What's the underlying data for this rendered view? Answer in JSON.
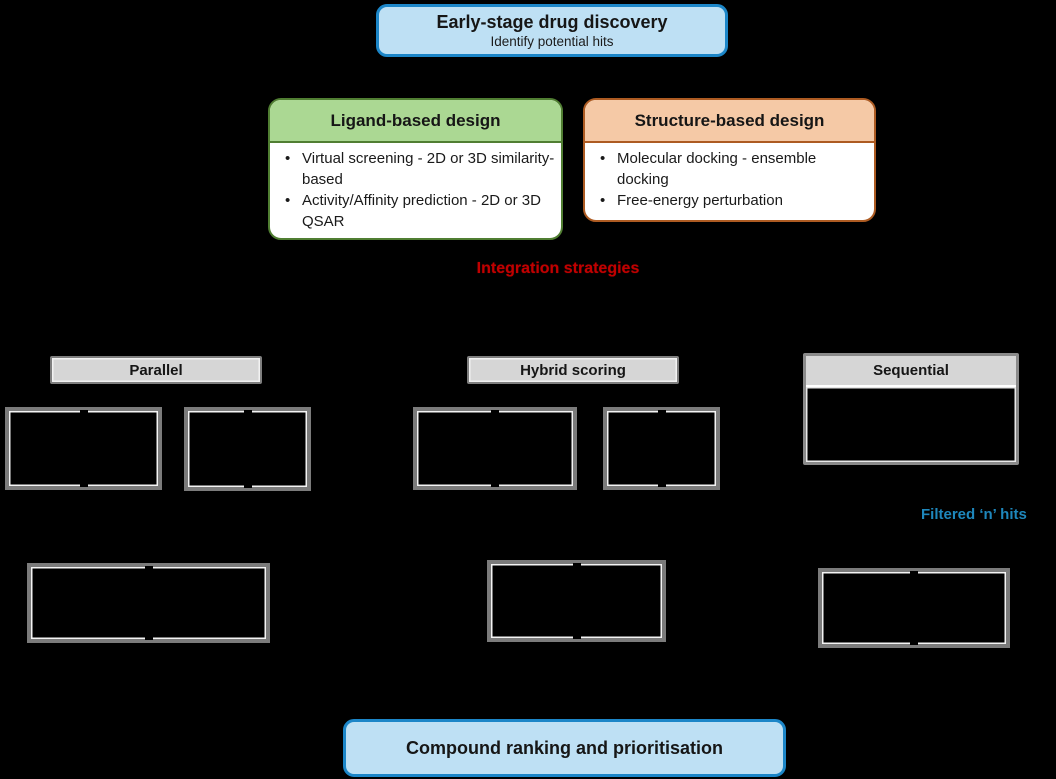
{
  "top_box": {
    "title": "Early-stage drug discovery",
    "subtitle": "Identify potential hits"
  },
  "ligand_box": {
    "title": "Ligand-based design",
    "bullets": [
      "Virtual screening - 2D or 3D similarity-based",
      "Activity/Affinity prediction - 2D or 3D QSAR"
    ]
  },
  "structure_box": {
    "title": "Structure-based design",
    "bullets": [
      "Molecular docking - ensemble docking",
      "Free-energy perturbation"
    ]
  },
  "integration_label": "Integration strategies",
  "strategies": [
    "Parallel",
    "Hybrid scoring",
    "Sequential"
  ],
  "filtered_hits_label": "Filtered ‘n’ hits",
  "bottom_box": {
    "title": "Compound ranking and prioritisation"
  },
  "colors": {
    "background": "#000000",
    "blue_box_fill": "#BEE0F4",
    "blue_box_border": "#1C86C8",
    "green_header_fill": "#ABD893",
    "green_border": "#507E32",
    "orange_header_fill": "#F5C9A6",
    "orange_border": "#AD5B22",
    "strategy_label_fill": "#D6D6D6",
    "strategy_label_border": "#7F7F7F",
    "empty_box_border": "#7B7B7B",
    "integration_text": "#C00000",
    "filtered_hits_text": "#1E87BC"
  }
}
